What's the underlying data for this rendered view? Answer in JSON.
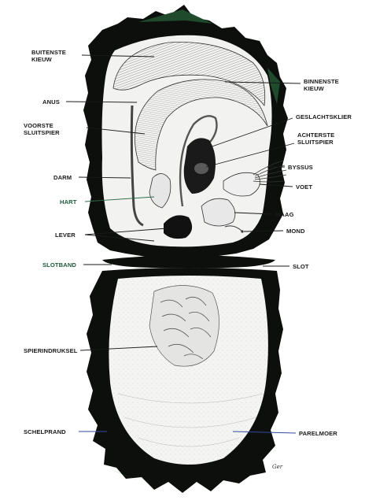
{
  "labels": {
    "buitenste_kieuw_1": "BUITENSTE",
    "buitenste_kieuw_2": "KIEUW",
    "binnenste_kieuw_1": "BINNENSTE",
    "binnenste_kieuw_2": "KIEUW",
    "anus": "ANUS",
    "geslachtsklier": "GESLACHTSKLIER",
    "voorste_sluitspier_1": "VOORSTE",
    "voorste_sluitspier_2": "SLUITSPIER",
    "achterste_sluitspier_1": "ACHTERSTE",
    "achterste_sluitspier_2": "SLUITSPIER",
    "darm": "DARM",
    "byssus": "BYSSUS",
    "voet": "VOET",
    "hart": "HART",
    "maag": "MAAG",
    "lever": "LEVER",
    "mond": "MOND",
    "slotband": "SLOTBAND",
    "slot": "SLOT",
    "spierindruksel": "SPIERINDRUKSEL",
    "schelprand": "SCHELPRAND",
    "parelmoer": "PARELMOER"
  },
  "signature": "Ger",
  "colors": {
    "ink": "#1a1a1a",
    "shell_edge": "#0d0f0d",
    "shell_edge_green_tint": "#1f4a2c",
    "accent_green": "#2b6b48",
    "accent_blue": "#2f4aa0",
    "inner": "#f2f2f0"
  }
}
